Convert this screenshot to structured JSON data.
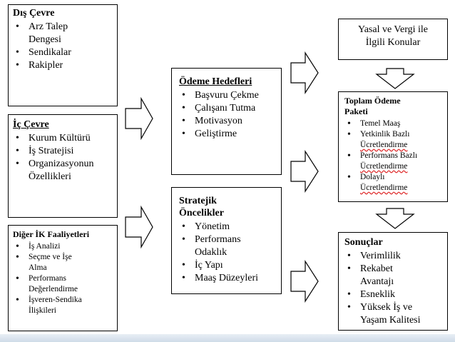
{
  "dis_cevre": {
    "title": "Dış Çevre",
    "items": [
      "Arz Talep Dengesi",
      "Sendikalar",
      "Rakipler"
    ]
  },
  "ic_cevre": {
    "title": "İç Çevre",
    "items": [
      "Kurum Kültürü",
      "İş Stratejisi",
      "Organizasyonun Özellikleri"
    ]
  },
  "diger_ik": {
    "title": "Diğer İK Faaliyetleri",
    "items": [
      "İş Analizi",
      "Seçme ve İşe Alma",
      "Performans Değerlendirme",
      "İşveren-Sendika İlişkileri"
    ]
  },
  "odeme_hedefleri": {
    "title": "Ödeme Hedefleri",
    "items": [
      "Başvuru Çekme",
      "Çalışanı Tutma",
      "Motivasyon",
      "Geliştirme"
    ]
  },
  "stratejik": {
    "title": "Stratejik Öncelikler",
    "items": [
      "Yönetim",
      "Performans Odaklık",
      "İç Yapı",
      "Maaş Düzeyleri"
    ]
  },
  "yasal": {
    "text": "Yasal ve Vergi ile İlgili Konular"
  },
  "toplam": {
    "title": "Toplam Ödeme Paketi",
    "items": [
      {
        "a": "Temel Maaş",
        "b": ""
      },
      {
        "a": "Yetkinlik Bazlı",
        "b": "Ücretlendirme"
      },
      {
        "a": "Performans Bazlı",
        "b": "Ücretlendirme"
      },
      {
        "a": "Dolaylı",
        "b": "Ücretlendirme"
      }
    ]
  },
  "sonuclar": {
    "title": "Sonuçlar",
    "items": [
      "Verimlilik",
      "Rekabet Avantajı",
      "Esneklik",
      "Yüksek İş ve Yaşam Kalitesi"
    ]
  }
}
